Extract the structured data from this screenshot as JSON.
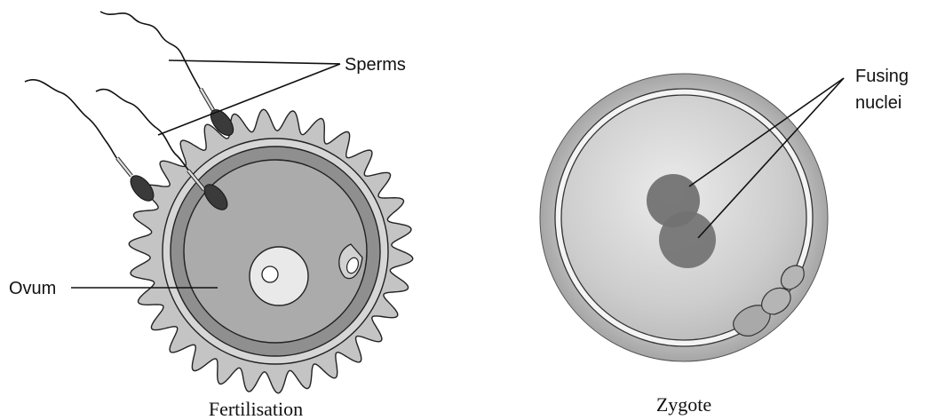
{
  "fertilisation": {
    "caption": "Fertilisation",
    "label_sperms": "Sperms",
    "label_ovum": "Ovum"
  },
  "zygote": {
    "caption": "Zygote",
    "label_fusing_line1": "Fusing",
    "label_fusing_line2": "nuclei"
  },
  "colors": {
    "ink": "#111111",
    "corona": "#c4c4c4",
    "ovum_fill": "#ababab",
    "ovum_ring": "#8a8a8a",
    "zygote_body": "#cfcfcf",
    "nucleus": "#6f6f6f"
  }
}
